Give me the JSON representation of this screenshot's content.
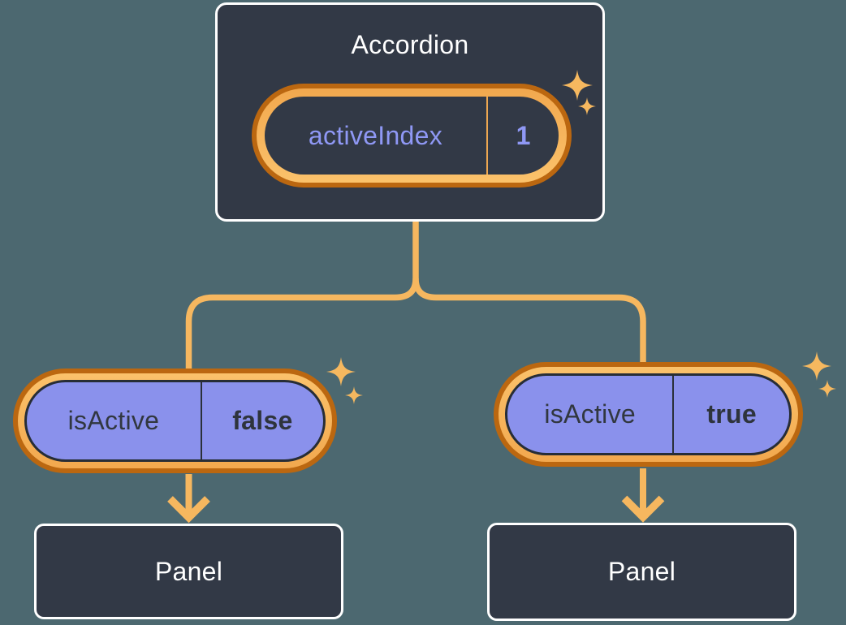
{
  "colors": {
    "background": "#4C6870",
    "card_dark": "#323946",
    "card_border": "#FFFFFF",
    "connector_orange": "#F6B75F",
    "ring_orange_dark": "#BB6710",
    "ring_orange_light": "#FBC26B",
    "pill_purple_fill": "#8A91EC",
    "purple_text": "#8F98F5",
    "dark_text": "#31373F"
  },
  "tree": {
    "root": {
      "title": "Accordion",
      "pill": {
        "label": "activeIndex",
        "value": "1"
      }
    },
    "children": [
      {
        "pill": {
          "label": "isActive",
          "value": "false"
        },
        "panel": {
          "title": "Panel"
        }
      },
      {
        "pill": {
          "label": "isActive",
          "value": "true"
        },
        "panel": {
          "title": "Panel"
        }
      }
    ]
  },
  "icons": {
    "sparkle": "sparkle-icon"
  }
}
